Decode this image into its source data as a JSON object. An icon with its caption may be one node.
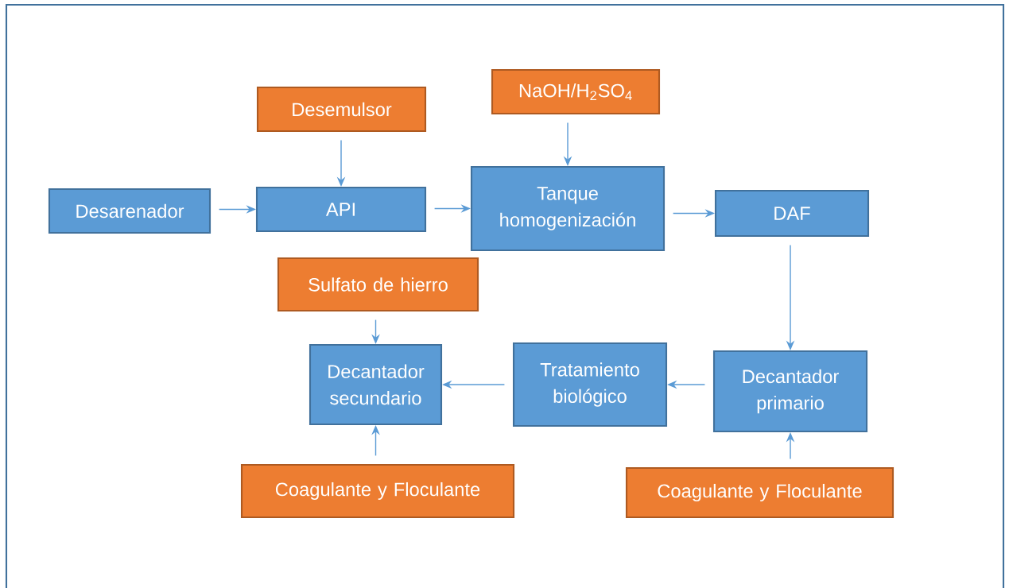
{
  "diagram": {
    "nodes": [
      {
        "text": [
          "Desemulsor"
        ]
      },
      {
        "text": [
          "NaOH/H$_{2}$SO$_{4}$"
        ]
      },
      {
        "text": [
          "Desarenador"
        ]
      },
      {
        "text": [
          "API"
        ]
      },
      {
        "text": [
          "Tanque homogenización"
        ]
      },
      {
        "text": [
          "DAF"
        ]
      },
      {
        "text": [
          "Sulfato de hierro"
        ]
      },
      {
        "text": [
          "Decantador secundario"
        ]
      },
      {
        "text": [
          "Tratamiento biológico"
        ]
      },
      {
        "text": [
          "Decantador primario"
        ]
      },
      {
        "text": [
          "Coagulante y Floculante"
        ]
      },
      {
        "text": [
          "Coagulante y Floculante"
        ]
      }
    ],
    "edges": [
      {
        "from": 0,
        "to": 3,
        "arrow": "to"
      },
      {
        "from": 1,
        "to": 4,
        "arrow": "to"
      },
      {
        "from": 2,
        "to": 3,
        "arrow": "to"
      },
      {
        "from": 3,
        "to": 4,
        "arrow": "to"
      },
      {
        "from": 4,
        "to": 5,
        "arrow": "to"
      },
      {
        "from": 5,
        "to": 9,
        "arrow": "to"
      },
      {
        "from": 9,
        "to": 8,
        "arrow": "to"
      },
      {
        "from": 8,
        "to": 7,
        "arrow": "to"
      },
      {
        "from": 6,
        "to": 7,
        "arrow": "to"
      },
      {
        "from": 10,
        "to": 7,
        "arrow": "to"
      },
      {
        "from": 11,
        "to": 9,
        "arrow": "to"
      }
    ]
  }
}
